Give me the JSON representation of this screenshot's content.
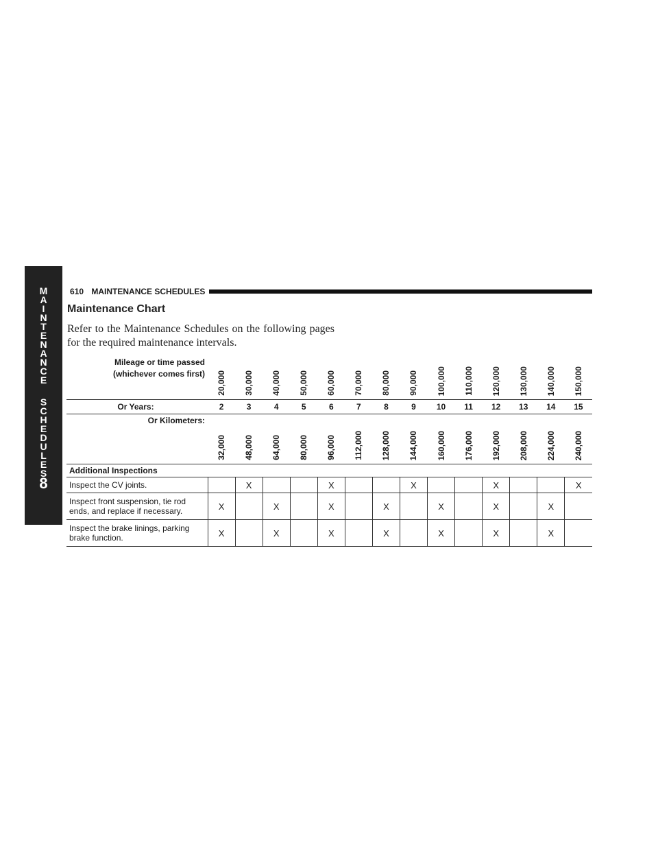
{
  "side_tab": {
    "letters_1": [
      "M",
      "A",
      "I",
      "N",
      "T",
      "E",
      "N",
      "A",
      "N",
      "C",
      "E"
    ],
    "letters_2": [
      "S",
      "C",
      "H",
      "E",
      "D",
      "U",
      "L",
      "E",
      "S"
    ],
    "number": "8"
  },
  "header": {
    "page": "610",
    "section": "MAINTENANCE SCHEDULES"
  },
  "title": "Maintenance Chart",
  "intro": "Refer to the Maintenance Schedules on the following pages for the required maintenance intervals.",
  "chart": {
    "mileage_label_1": "Mileage or time passed",
    "mileage_label_2": "(whichever comes first)",
    "years_label": "Or Years:",
    "km_label": "Or Kilometers:",
    "miles": [
      "20,000",
      "30,000",
      "40,000",
      "50,000",
      "60,000",
      "70,000",
      "80,000",
      "90,000",
      "100,000",
      "110,000",
      "120,000",
      "130,000",
      "140,000",
      "150,000"
    ],
    "years": [
      "2",
      "3",
      "4",
      "5",
      "6",
      "7",
      "8",
      "9",
      "10",
      "11",
      "12",
      "13",
      "14",
      "15"
    ],
    "kilometers": [
      "32,000",
      "48,000",
      "64,000",
      "80,000",
      "96,000",
      "112,000",
      "128,000",
      "144,000",
      "160,000",
      "176,000",
      "192,000",
      "208,000",
      "224,000",
      "240,000"
    ],
    "section": "Additional Inspections",
    "rows": [
      {
        "label": "Inspect the CV joints.",
        "marks": [
          "",
          "X",
          "",
          "",
          "X",
          "",
          "",
          "X",
          "",
          "",
          "X",
          "",
          "",
          "X"
        ]
      },
      {
        "label": "Inspect front suspension, tie rod ends, and replace if necessary.",
        "marks": [
          "X",
          "",
          "X",
          "",
          "X",
          "",
          "X",
          "",
          "X",
          "",
          "X",
          "",
          "X",
          ""
        ]
      },
      {
        "label": "Inspect the brake linings, parking brake function.",
        "marks": [
          "X",
          "",
          "X",
          "",
          "X",
          "",
          "X",
          "",
          "X",
          "",
          "X",
          "",
          "X",
          ""
        ]
      }
    ]
  }
}
